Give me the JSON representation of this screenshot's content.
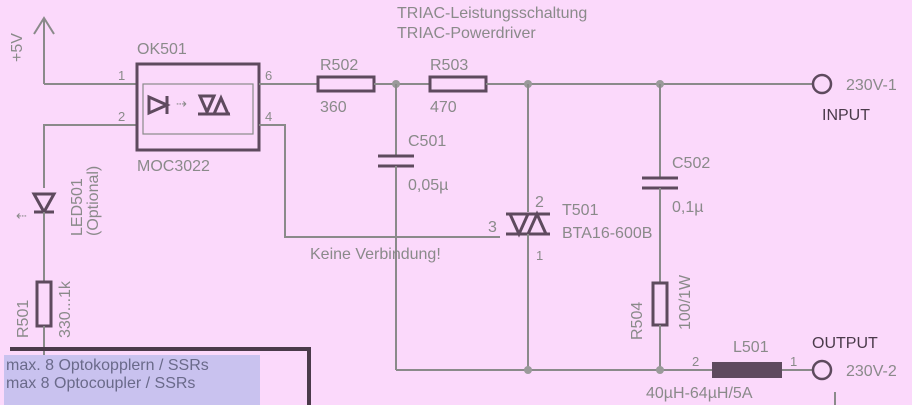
{
  "title": {
    "de": "TRIAC-Leistungsschaltung",
    "en": "TRIAC-Powerdriver"
  },
  "supply": "+5V",
  "optocoupler": {
    "ref": "OK501",
    "part": "MOC3022",
    "pins": [
      "1",
      "2",
      "6",
      "4"
    ]
  },
  "r502": {
    "ref": "R502",
    "value": "360"
  },
  "r503": {
    "ref": "R503",
    "value": "470"
  },
  "c501": {
    "ref": "C501",
    "value": "0,05µ"
  },
  "c502": {
    "ref": "C502",
    "value": "0,1µ"
  },
  "triac": {
    "ref": "T501",
    "part": "BTA16-600B",
    "pins": [
      "2",
      "3",
      "1"
    ]
  },
  "r504": {
    "ref": "R504",
    "value": "100/1W"
  },
  "led": {
    "ref": "LED501",
    "note": "(Optional)"
  },
  "r501": {
    "ref": "R501",
    "value": "330...1k"
  },
  "l501": {
    "ref": "L501",
    "value": "40µH-64µH/5A",
    "pins": [
      "2",
      "1"
    ]
  },
  "input": {
    "label": "INPUT",
    "terminal": "230V-1"
  },
  "output": {
    "label": "OUTPUT",
    "terminal": "230V-2"
  },
  "no_connection": "Keine Verbindung!",
  "note": {
    "de": "max. 8 Optokopplern / SSRs",
    "en": "max 8 Optocoupler / SSRs"
  }
}
